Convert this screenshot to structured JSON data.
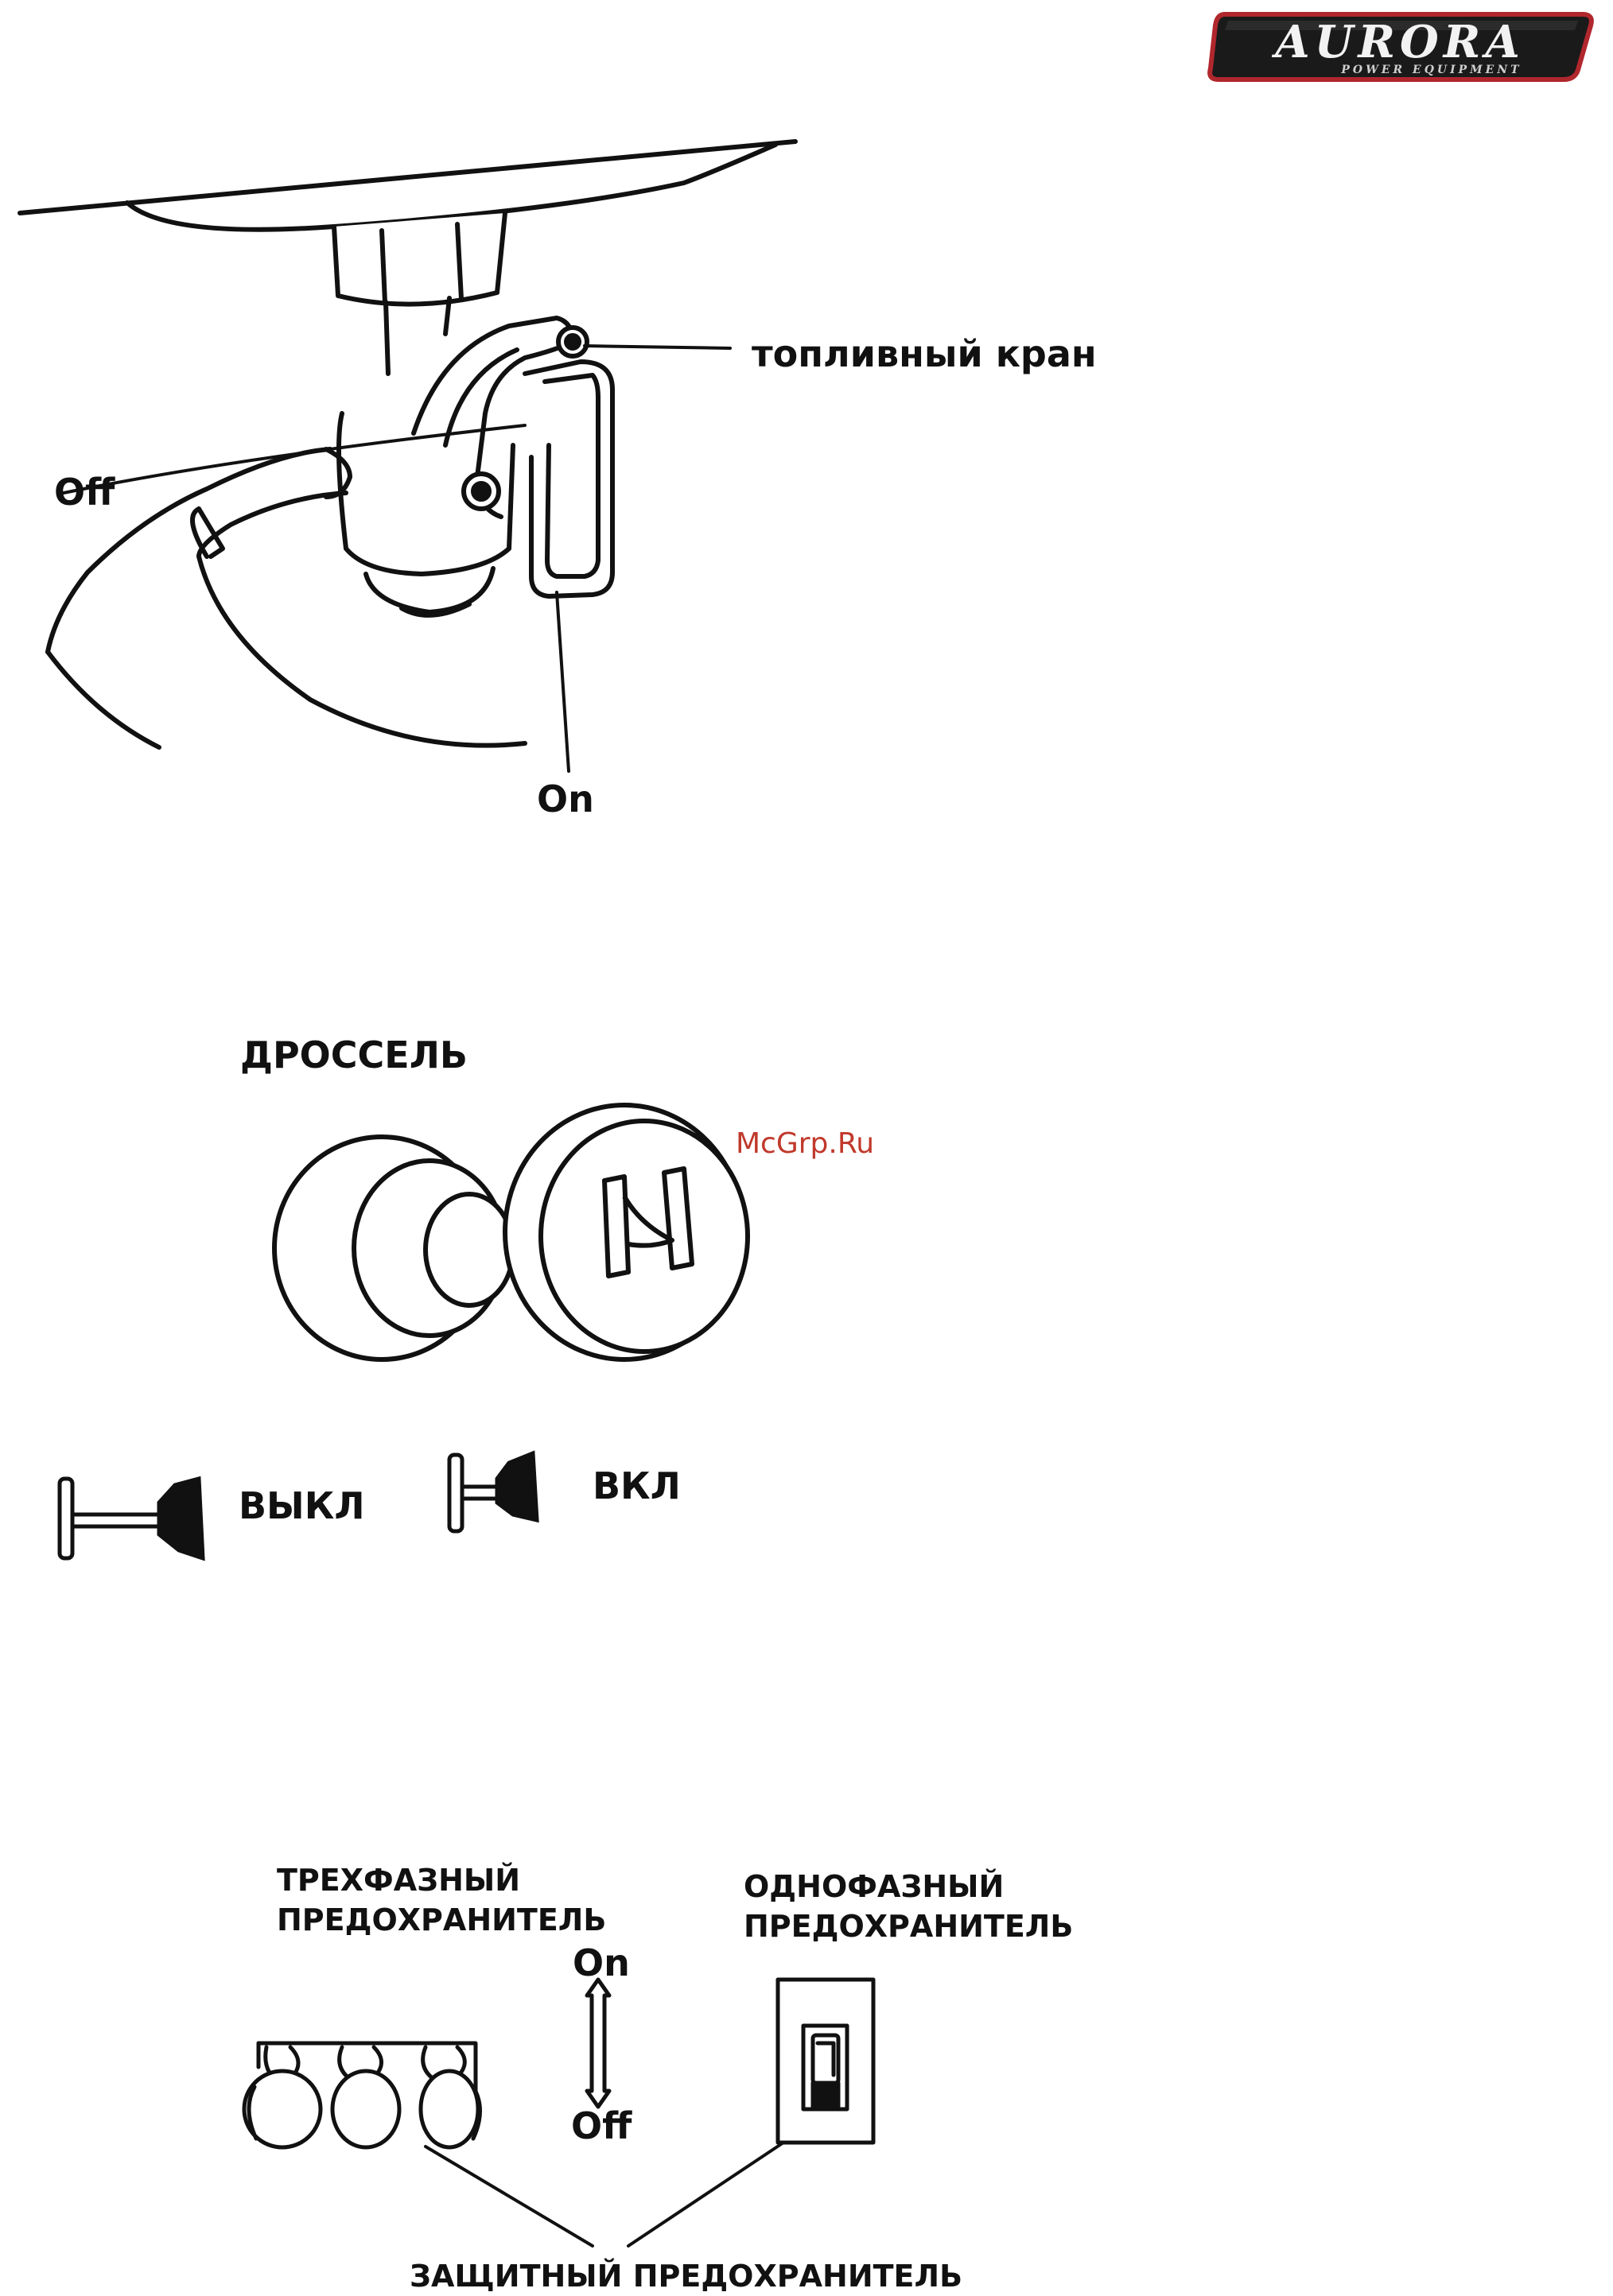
{
  "logo": {
    "brand": "AURORA",
    "tagline": "POWER EQUIPMENT",
    "accent": "#b0272d"
  },
  "watermark": "McGrp.Ru",
  "fuel_valve": {
    "label": "топливный кран",
    "off_label": "Off",
    "on_label": "On"
  },
  "choke": {
    "title": "ДРОССЕЛЬ",
    "off_label": "ВЫКЛ",
    "on_label": "ВКЛ",
    "knob_icon": "choke-symbol-icon"
  },
  "breakers": {
    "three_phase_line1": "ТРЕХФАЗНЫЙ",
    "three_phase_line2": "ПРЕДОХРАНИТЕЛЬ",
    "single_phase_line1": "ОДНОФАЗНЫЙ",
    "single_phase_line2": "ПРЕДОХРАНИТЕЛЬ",
    "on_label": "On",
    "off_label": "Off",
    "protective_label": "ЗАЩИТНЫЙ ПРЕДОХРАНИТЕЛЬ"
  }
}
